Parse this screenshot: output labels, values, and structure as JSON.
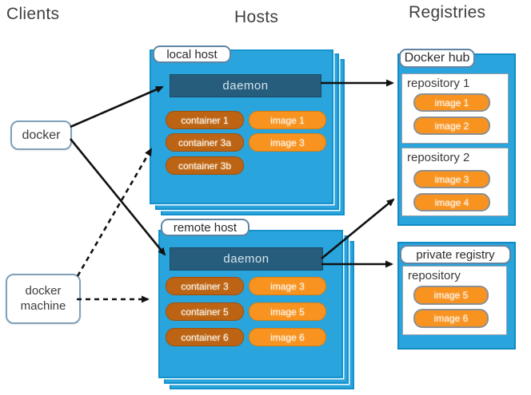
{
  "titles": {
    "clients": "Clients",
    "hosts": "Hosts",
    "registries": "Registries"
  },
  "clients": {
    "docker": "docker",
    "docker_machine": "docker machine"
  },
  "hosts": [
    {
      "name": "local host",
      "daemon": "daemon",
      "containers": [
        "container 1",
        "container 3a",
        "container 3b"
      ],
      "images": [
        "image 1",
        "image 3"
      ]
    },
    {
      "name": "remote host",
      "daemon": "daemon",
      "containers": [
        "container 3",
        "container 5",
        "container 6"
      ],
      "images": [
        "image 3",
        "image 5",
        "image 6"
      ]
    }
  ],
  "registries": [
    {
      "name": "Docker hub",
      "repositories": [
        {
          "name": "repository 1",
          "images": [
            "image 1",
            "image 2"
          ]
        },
        {
          "name": "repository 2",
          "images": [
            "image 3",
            "image 4"
          ]
        }
      ]
    },
    {
      "name": "private registry",
      "repositories": [
        {
          "name": "repository",
          "images": [
            "image 5",
            "image 6"
          ]
        }
      ]
    }
  ],
  "colors": {
    "host_blue": "#29a4dc",
    "daemon_bar": "#275d7c",
    "container_orange": "#bc6414",
    "image_orange": "#f89320",
    "arrow_black": "#111111"
  }
}
